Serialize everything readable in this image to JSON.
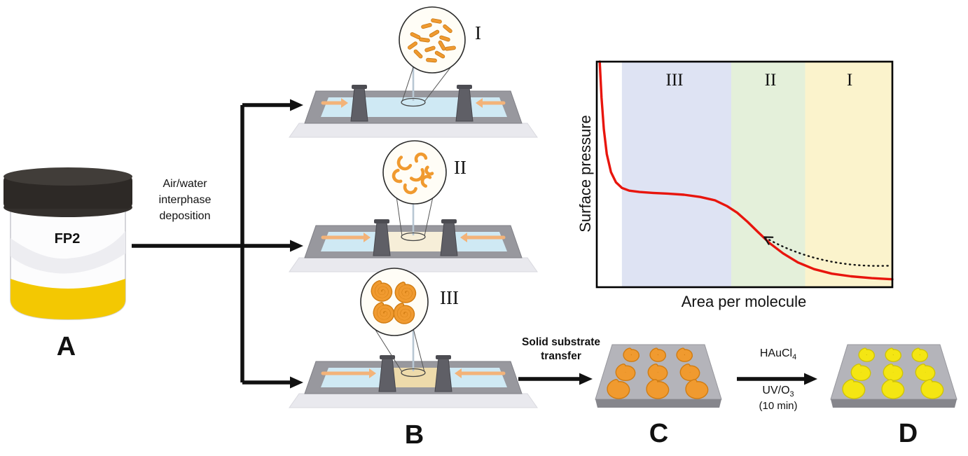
{
  "panels": {
    "a": "A",
    "b": "B",
    "c": "C",
    "d": "D"
  },
  "vial": {
    "label": "FP2"
  },
  "deposition": {
    "line1": "Air/water",
    "line2": "interphase",
    "line3": "deposition"
  },
  "states": {
    "i": "I",
    "ii": "II",
    "iii": "III"
  },
  "transfer": {
    "line1": "Solid substrate",
    "line2": "transfer"
  },
  "reaction": {
    "reagent_main": "HAuCl",
    "reagent_sub": "4",
    "uv_main": "UV/O",
    "uv_sub": "3",
    "duration": "(10 min)"
  },
  "colors": {
    "molecule_orange": "#f09a2f",
    "gold_yellow": "#f4e613",
    "water_blue": "#cfe9f4",
    "vial_liquid_yellow": "#f3c802",
    "curve_red": "#e8150d",
    "barrier_arrow_orange": "#f3b379"
  },
  "chart_data": {
    "type": "line",
    "title": "",
    "xlabel": "Area per molecule",
    "ylabel": "Surface pressure",
    "grid": false,
    "ticks": [],
    "regions": [
      {
        "label": "III",
        "color": "#dee3f3",
        "x_range": [
          0.085,
          0.455
        ]
      },
      {
        "label": "II",
        "color": "#e4f0da",
        "x_range": [
          0.455,
          0.705
        ]
      },
      {
        "label": "I",
        "color": "#fbf3cc",
        "x_range": [
          0.705,
          1.0
        ]
      }
    ],
    "series": [
      {
        "name": "surface pressure isotherm",
        "color": "#e8150d",
        "x": [
          0.01,
          0.016,
          0.024,
          0.034,
          0.048,
          0.065,
          0.085,
          0.11,
          0.145,
          0.19,
          0.24,
          0.295,
          0.35,
          0.4,
          0.44,
          0.475,
          0.51,
          0.545,
          0.585,
          0.63,
          0.68,
          0.735,
          0.795,
          0.86,
          0.93,
          1.0
        ],
        "y": [
          1.0,
          0.84,
          0.7,
          0.59,
          0.51,
          0.465,
          0.44,
          0.428,
          0.422,
          0.418,
          0.415,
          0.41,
          0.4,
          0.385,
          0.36,
          0.33,
          0.29,
          0.245,
          0.195,
          0.15,
          0.11,
          0.08,
          0.06,
          0.048,
          0.04,
          0.035
        ]
      }
    ],
    "annotations": [
      {
        "type": "dashed_arrow",
        "note": "compression direction along isotherm from region I toward regions II/III"
      }
    ]
  }
}
